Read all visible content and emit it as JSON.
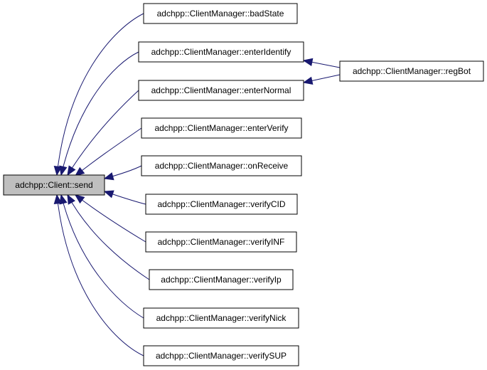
{
  "colors": {
    "edge": "#191970",
    "root_fill": "#bfbfbf",
    "node_fill": "#ffffff",
    "border": "#000000"
  },
  "nodes": [
    {
      "id": "send",
      "label": "adchpp::Client::send",
      "root": true
    },
    {
      "id": "badState",
      "label": "adchpp::ClientManager::badState"
    },
    {
      "id": "enterIdentify",
      "label": "adchpp::ClientManager::enterIdentify"
    },
    {
      "id": "enterNormal",
      "label": "adchpp::ClientManager::enterNormal"
    },
    {
      "id": "enterVerify",
      "label": "adchpp::ClientManager::enterVerify"
    },
    {
      "id": "onReceive",
      "label": "adchpp::ClientManager::onReceive"
    },
    {
      "id": "verifyCID",
      "label": "adchpp::ClientManager::verifyCID"
    },
    {
      "id": "verifyINF",
      "label": "adchpp::ClientManager::verifyINF"
    },
    {
      "id": "verifyIp",
      "label": "adchpp::ClientManager::verifyIp"
    },
    {
      "id": "verifyNick",
      "label": "adchpp::ClientManager::verifyNick"
    },
    {
      "id": "verifySUP",
      "label": "adchpp::ClientManager::verifySUP"
    },
    {
      "id": "regBot",
      "label": "adchpp::ClientManager::regBot"
    }
  ],
  "edges": [
    {
      "from": "badState",
      "to": "send"
    },
    {
      "from": "enterIdentify",
      "to": "send"
    },
    {
      "from": "enterNormal",
      "to": "send"
    },
    {
      "from": "enterVerify",
      "to": "send"
    },
    {
      "from": "onReceive",
      "to": "send"
    },
    {
      "from": "verifyCID",
      "to": "send"
    },
    {
      "from": "verifyINF",
      "to": "send"
    },
    {
      "from": "verifyIp",
      "to": "send"
    },
    {
      "from": "verifyNick",
      "to": "send"
    },
    {
      "from": "verifySUP",
      "to": "send"
    },
    {
      "from": "regBot",
      "to": "enterIdentify"
    },
    {
      "from": "regBot",
      "to": "enterNormal"
    }
  ]
}
